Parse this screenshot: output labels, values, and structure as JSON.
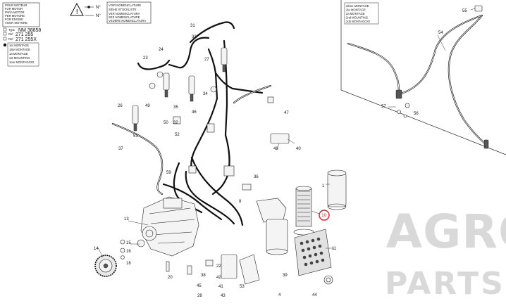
{
  "header_left": {
    "engine_lines": [
      "POUR MOTEUR",
      "FUR MOTOR",
      "PARA MOTOR",
      "PER MOTORE",
      "FOR ENGINE",
      "VOOR MOTORE"
    ],
    "type_label": "Type",
    "type_value": "NM 38858",
    "ref_label_1": "Ref",
    "ref_value_1": "271 255",
    "ref_label_2": "Ref",
    "ref_value_2": "271 255X",
    "montage_lines": [
      "1er MONTAGE",
      "1ste MONTAGE",
      "1a MONTAGE",
      "1st MOUNTING",
      "1ere MONTAGGIO"
    ]
  },
  "header_center": {
    "lines": [
      "VOIR NOMENCLATURE",
      "SIEHE STÜCKLISTE",
      "VER NOMENCLATURA",
      "SEE NOMENCLATURE",
      "VEDERE NOMENCLATURA"
    ],
    "n_labels": [
      "N°",
      "N°"
    ]
  },
  "header_right": {
    "lines": [
      "2ème MONTAGE",
      "2te MONTAGE",
      "2a MONTAGE",
      "2nd MOUNTING",
      "2do MONTAGGIO"
    ]
  },
  "callouts": [
    {
      "id": "c1",
      "label": "1"
    },
    {
      "id": "c4",
      "label": "4"
    },
    {
      "id": "c8",
      "label": "8"
    },
    {
      "id": "c10",
      "label": "10"
    },
    {
      "id": "c11",
      "label": "11"
    },
    {
      "id": "c13",
      "label": "13"
    },
    {
      "id": "c14",
      "label": "14"
    },
    {
      "id": "c15",
      "label": "15"
    },
    {
      "id": "c16",
      "label": "16"
    },
    {
      "id": "c18",
      "label": "18"
    },
    {
      "id": "c20",
      "label": "20"
    },
    {
      "id": "c22",
      "label": "22"
    },
    {
      "id": "c23",
      "label": "23"
    },
    {
      "id": "c24",
      "label": "24"
    },
    {
      "id": "c26",
      "label": "26"
    },
    {
      "id": "c27",
      "label": "27"
    },
    {
      "id": "c28",
      "label": "28"
    },
    {
      "id": "c31",
      "label": "31"
    },
    {
      "id": "c32",
      "label": "32"
    },
    {
      "id": "c33",
      "label": "33"
    },
    {
      "id": "c34",
      "label": "34"
    },
    {
      "id": "c35",
      "label": "35"
    },
    {
      "id": "c36",
      "label": "36"
    },
    {
      "id": "c37",
      "label": "37"
    },
    {
      "id": "c38",
      "label": "38"
    },
    {
      "id": "c39",
      "label": "39"
    },
    {
      "id": "c40",
      "label": "40"
    },
    {
      "id": "c41",
      "label": "41"
    },
    {
      "id": "c42",
      "label": "42"
    },
    {
      "id": "c43",
      "label": "43"
    },
    {
      "id": "c44",
      "label": "44"
    },
    {
      "id": "c45",
      "label": "45"
    },
    {
      "id": "c46",
      "label": "46"
    },
    {
      "id": "c47",
      "label": "47"
    },
    {
      "id": "c48",
      "label": "48"
    },
    {
      "id": "c49",
      "label": "49"
    },
    {
      "id": "c50",
      "label": "50"
    },
    {
      "id": "c51",
      "label": "51"
    },
    {
      "id": "c52",
      "label": "52"
    },
    {
      "id": "c53",
      "label": "53"
    },
    {
      "id": "c54",
      "label": "54"
    },
    {
      "id": "c55",
      "label": "55"
    },
    {
      "id": "c56",
      "label": "56"
    },
    {
      "id": "c57",
      "label": "57"
    },
    {
      "id": "c59",
      "label": "59"
    }
  ],
  "highlight": {
    "label": "10",
    "color": "#d6201f"
  },
  "watermark": {
    "line1": "AGRO",
    "line2": "PARTS",
    "color": "#d9d9d9"
  }
}
